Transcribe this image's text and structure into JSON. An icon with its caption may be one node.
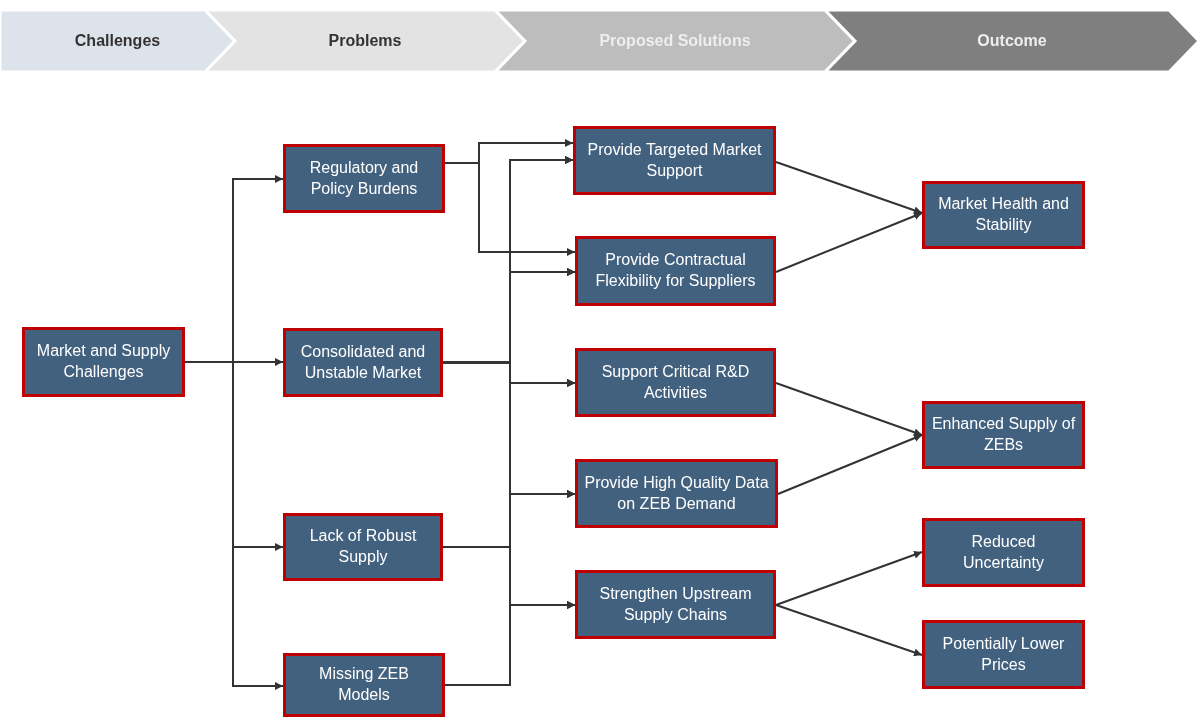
{
  "diagram": {
    "nodes": [
      {
        "text": [
          "Challenges"
        ]
      },
      {
        "text": [
          "Problems"
        ]
      },
      {
        "text": [
          "Proposed Solutions"
        ]
      },
      {
        "text": [
          "Outcome"
        ]
      },
      {
        "text": [
          "Market and Supply Challenges"
        ]
      },
      {
        "text": [
          "Regulatory and Policy Burdens"
        ]
      },
      {
        "text": [
          "Consolidated and Unstable Market"
        ]
      },
      {
        "text": [
          "Lack of Robust Supply"
        ]
      },
      {
        "text": [
          "Missing ZEB Models"
        ]
      },
      {
        "text": [
          "Provide Targeted Market Support"
        ]
      },
      {
        "text": [
          "Provide Contractual Flexibility for Suppliers"
        ]
      },
      {
        "text": [
          "Support Critical R&D Activities"
        ]
      },
      {
        "text": [
          "Provide High Quality Data on ZEB Demand"
        ]
      },
      {
        "text": [
          "Strengthen Upstream Supply Chains"
        ]
      },
      {
        "text": [
          "Market Health and Stability"
        ]
      },
      {
        "text": [
          "Enhanced Supply of ZEBs"
        ]
      },
      {
        "text": [
          "Reduced Uncertainty"
        ]
      },
      {
        "text": [
          "Potentially Lower Prices"
        ]
      }
    ],
    "edges": [
      {
        "from": 4,
        "to": 5,
        "arrow": "to"
      },
      {
        "from": 4,
        "to": 6,
        "arrow": "to"
      },
      {
        "from": 4,
        "to": 7,
        "arrow": "to"
      },
      {
        "from": 4,
        "to": 8,
        "arrow": "to"
      },
      {
        "from": 5,
        "to": 9,
        "arrow": "to"
      },
      {
        "from": 5,
        "to": 10,
        "arrow": "to"
      },
      {
        "from": 6,
        "to": 9,
        "arrow": "to"
      },
      {
        "from": 6,
        "to": 10,
        "arrow": "to"
      },
      {
        "from": 6,
        "to": 11,
        "arrow": "to"
      },
      {
        "from": 6,
        "to": 12,
        "arrow": "to"
      },
      {
        "from": 6,
        "to": 13,
        "arrow": "to"
      },
      {
        "from": 7,
        "to": 9,
        "arrow": "to"
      },
      {
        "from": 7,
        "to": 10,
        "arrow": "to"
      },
      {
        "from": 7,
        "to": 11,
        "arrow": "to"
      },
      {
        "from": 7,
        "to": 12,
        "arrow": "to"
      },
      {
        "from": 7,
        "to": 13,
        "arrow": "to"
      },
      {
        "from": 8,
        "to": 9,
        "arrow": "to"
      },
      {
        "from": 8,
        "to": 10,
        "arrow": "to"
      },
      {
        "from": 8,
        "to": 11,
        "arrow": "to"
      },
      {
        "from": 8,
        "to": 12,
        "arrow": "to"
      },
      {
        "from": 8,
        "to": 13,
        "arrow": "to"
      },
      {
        "from": 9,
        "to": 14,
        "arrow": "to"
      },
      {
        "from": 10,
        "to": 14,
        "arrow": "to"
      },
      {
        "from": 11,
        "to": 15,
        "arrow": "to"
      },
      {
        "from": 12,
        "to": 15,
        "arrow": "to"
      },
      {
        "from": 13,
        "to": 16,
        "arrow": "to"
      },
      {
        "from": 13,
        "to": 17,
        "arrow": "to"
      }
    ]
  }
}
